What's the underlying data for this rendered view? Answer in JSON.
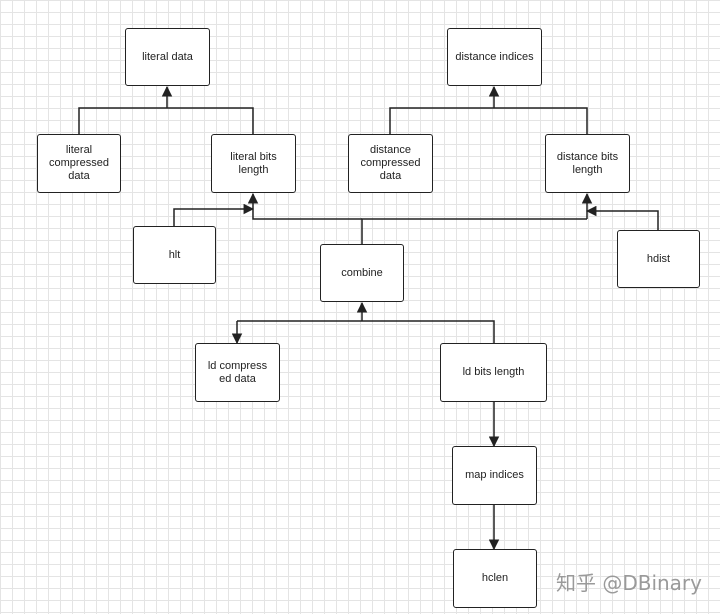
{
  "nodes": {
    "literal_data": "literal data",
    "distance_indices": "distance indices",
    "literal_compressed_data": "literal\ncompressed\ndata",
    "literal_bits_length": "literal bits\nlength",
    "distance_compressed_data": "distance\ncompressed\ndata",
    "distance_bits_length": "distance bits\nlength",
    "hlt": "hlt",
    "combine": "combine",
    "hdist": "hdist",
    "ld_compressed_data": "ld compress\ned data",
    "ld_bits_length": "ld bits length",
    "map_indices": "map indices",
    "hclen": "hclen"
  },
  "watermark": "知乎 @DBinary",
  "colors": {
    "line": "#222222",
    "grid": "#e4e4e4",
    "node_fill": "#ffffff",
    "watermark": "#9a9a9a"
  }
}
